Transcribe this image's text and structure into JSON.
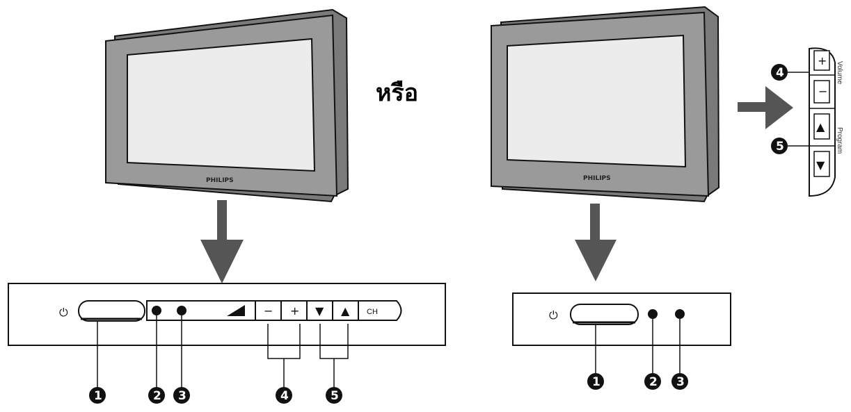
{
  "brand": "PHILIPS",
  "or_text": "หรือ",
  "ch_label": "CH",
  "volume_label": "Volume",
  "program_label": "Program",
  "button_symbols": {
    "power": "⏻",
    "minus": "−",
    "plus": "+",
    "down": "▼",
    "up": "▲",
    "side_minus": "−",
    "side_plus": "+"
  },
  "callouts": {
    "one": "1",
    "two": "2",
    "three": "3",
    "four": "4",
    "five": "5"
  },
  "colors": {
    "bezel": "#999999",
    "screen": "#ebebeb",
    "arrow": "#555555",
    "callout": "#111111"
  }
}
